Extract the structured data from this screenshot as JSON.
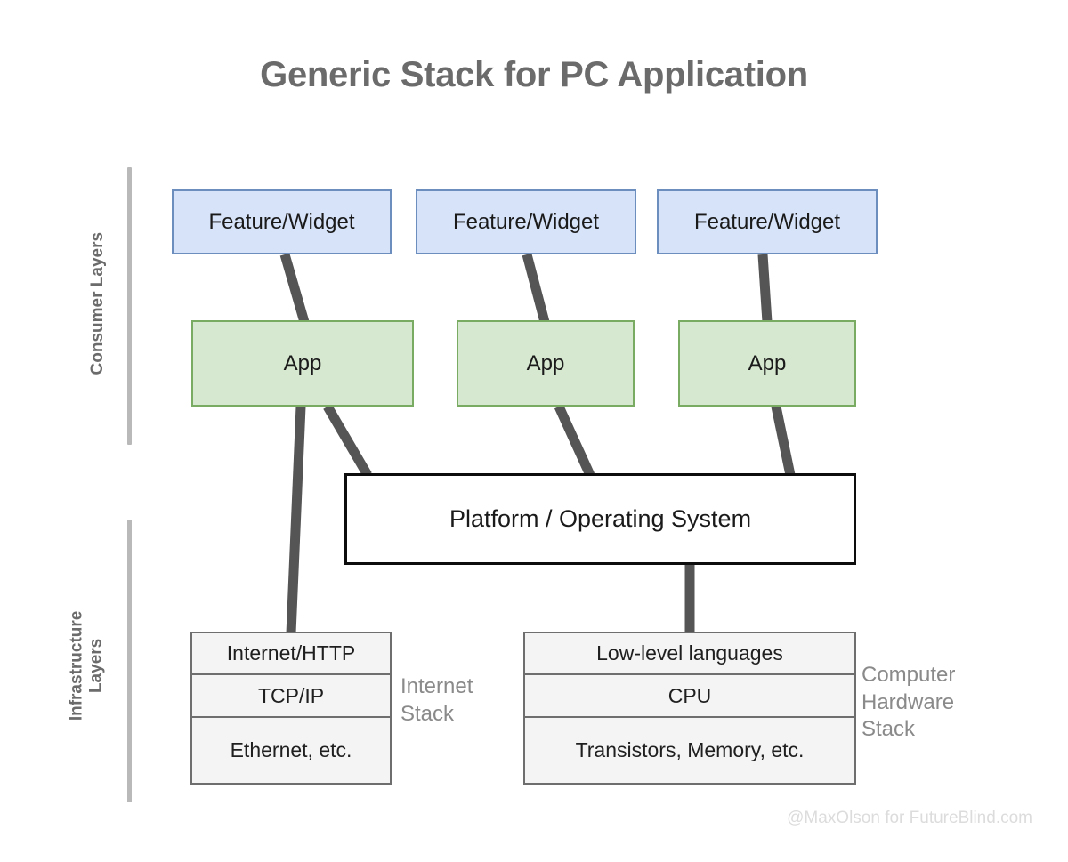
{
  "title": "Generic Stack for PC Application",
  "groups": [
    {
      "id": "consumer",
      "label": "Consumer Layers"
    },
    {
      "id": "infrastructure",
      "label": "Infrastructure\nLayers"
    }
  ],
  "features": [
    {
      "label": "Feature/Widget"
    },
    {
      "label": "Feature/Widget"
    },
    {
      "label": "Feature/Widget"
    }
  ],
  "apps": [
    {
      "label": "App"
    },
    {
      "label": "App"
    },
    {
      "label": "App"
    }
  ],
  "platform": {
    "label": "Platform / Operating System"
  },
  "stacks": [
    {
      "id": "internet-stack",
      "caption": "Internet\nStack",
      "rows": [
        {
          "label": "Internet/HTTP"
        },
        {
          "label": "TCP/IP"
        },
        {
          "label": "Ethernet, etc."
        }
      ]
    },
    {
      "id": "computer-hardware-stack",
      "caption": "Computer\nHardware\nStack",
      "rows": [
        {
          "label": "Low-level languages"
        },
        {
          "label": "CPU"
        },
        {
          "label": "Transistors, Memory, etc."
        }
      ]
    }
  ],
  "watermark": "@MaxOlson for FutureBlind.com",
  "colors": {
    "title": "#6b6b6b",
    "feature_fill": "#d6e3f8",
    "feature_border": "#6c8ebf",
    "app_fill": "#d7e8d0",
    "app_border": "#7aab63",
    "platform_fill": "#ffffff",
    "platform_border": "#0d0d0d",
    "stack_fill": "#f4f4f4",
    "stack_border": "#6e6e6e",
    "connector": "#555555",
    "group_label": "#6b6b6b",
    "caption": "#8a8a8a",
    "watermark": "#dcdcdc",
    "background": "#ffffff"
  }
}
